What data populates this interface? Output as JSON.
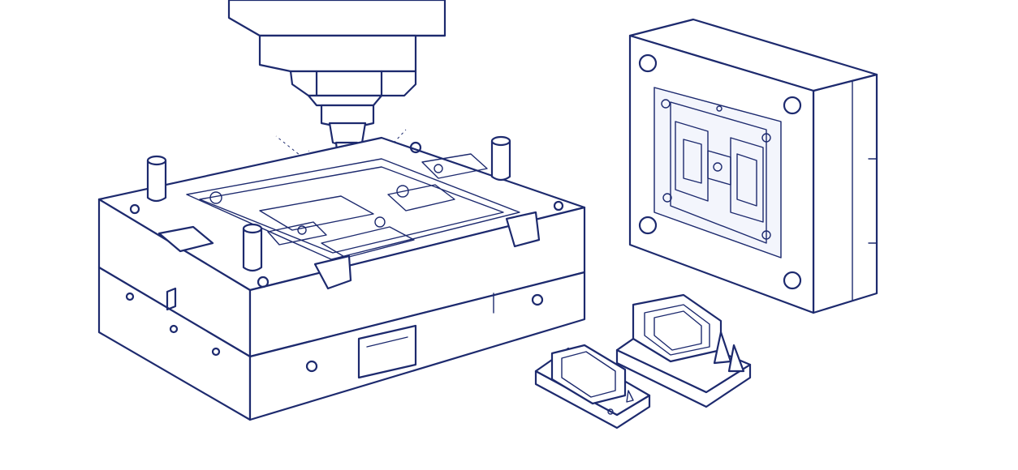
{
  "illustration": {
    "style": "line-art",
    "stroke_color": "#1d2a6e",
    "background_color": "#ffffff",
    "objects": [
      {
        "name": "cnc-spindle"
      },
      {
        "name": "mold-core-half"
      },
      {
        "name": "mold-cavity-plate"
      },
      {
        "name": "molded-part-small"
      },
      {
        "name": "molded-part-large"
      }
    ]
  }
}
